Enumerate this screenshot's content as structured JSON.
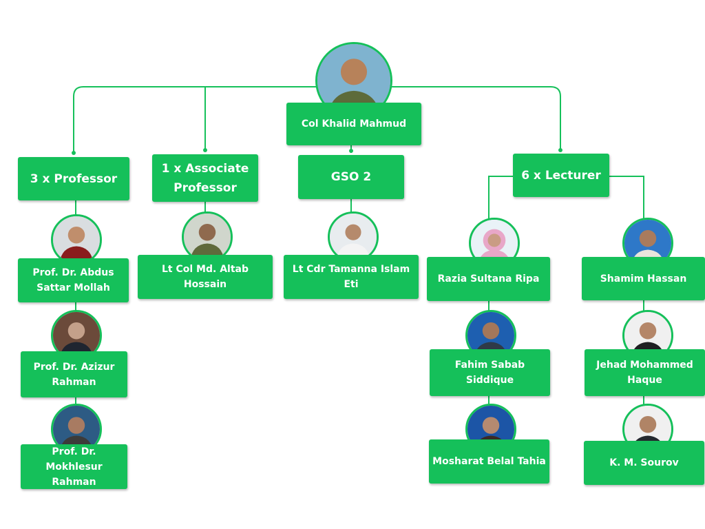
{
  "head": {
    "name": "Col Khalid Mahmud",
    "photo": "portrait-photo"
  },
  "groups": [
    {
      "title": "3 x Professor",
      "members": [
        "Prof. Dr. Abdus Sattar Mollah",
        "Prof. Dr. Azizur Rahman",
        "Prof. Dr. Mokhlesur Rahman"
      ]
    },
    {
      "title": "1 x Associate Professor",
      "members": [
        "Lt Col Md. Altab Hossain"
      ]
    },
    {
      "title": "GSO 2",
      "members": [
        "Lt Cdr Tamanna Islam Eti"
      ]
    },
    {
      "title": "6 x Lecturer",
      "members": [
        "Razia Sultana Ripa",
        "Fahim Sabab Siddique",
        "Mosharat Belal Tahia",
        "Shamim Hassan",
        "Jehad Mohammed Haque",
        "K. M. Sourov"
      ]
    }
  ],
  "colors": {
    "accent": "#15c05a",
    "text": "#ffffff"
  }
}
